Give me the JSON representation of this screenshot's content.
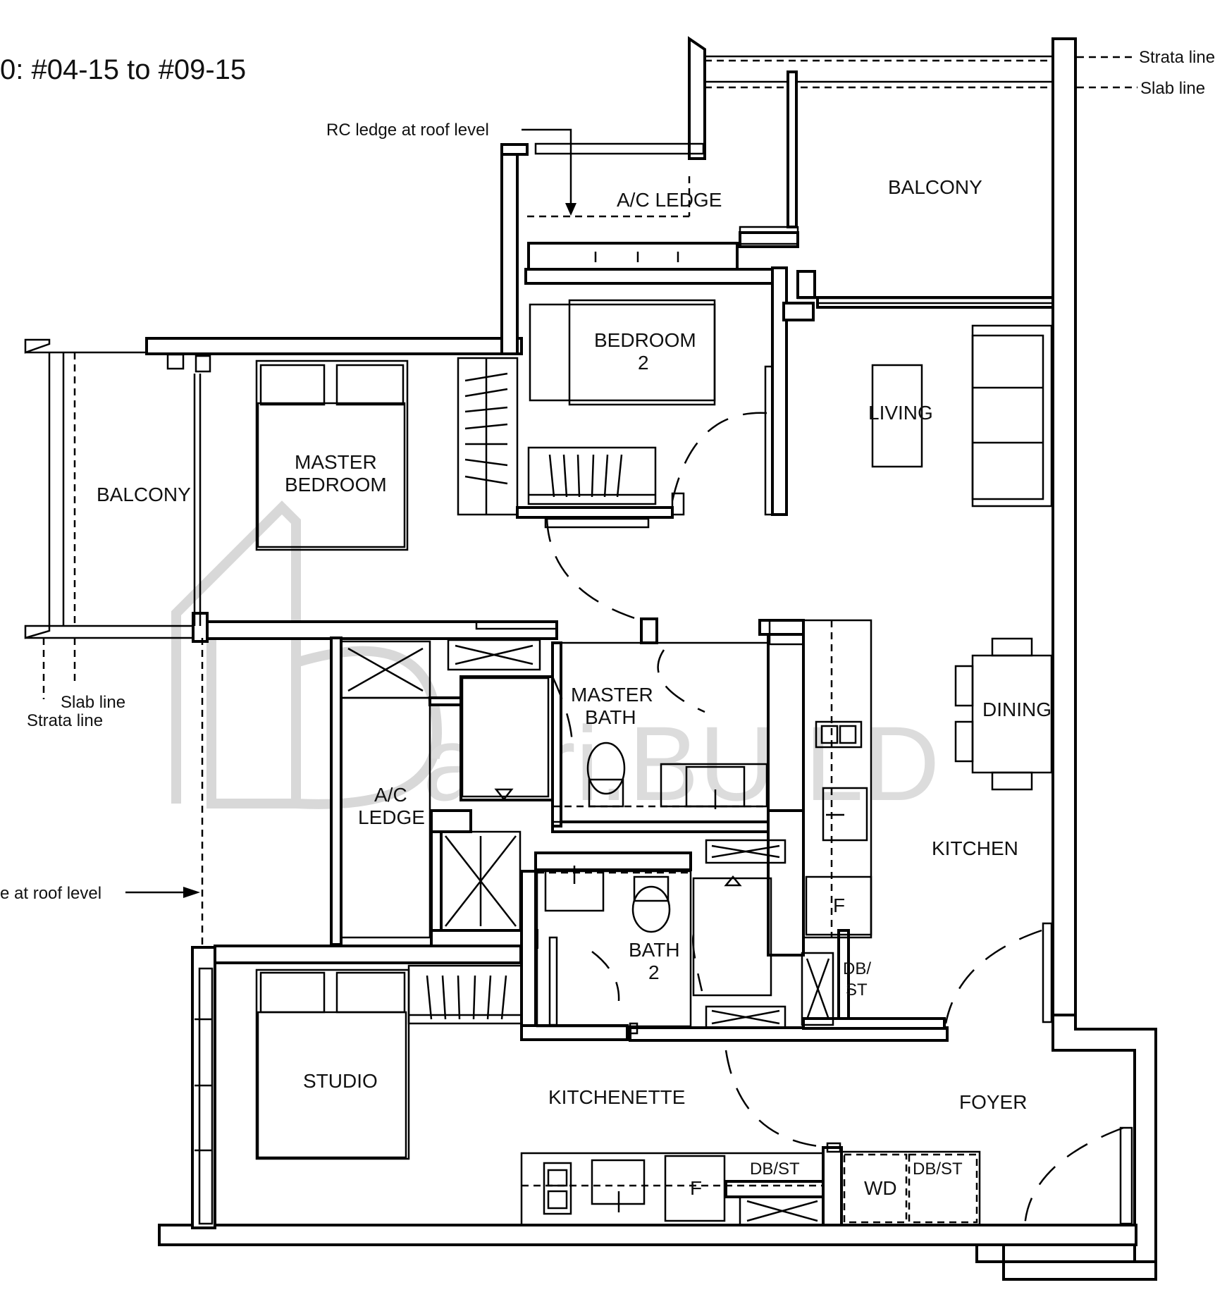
{
  "title": "0: #04-15 to #09-15",
  "watermark": "attri.BUILD",
  "rooms": {
    "balcony_top": "BALCONY",
    "balcony_left": "BALCONY",
    "ac_ledge_top": "A/C LEDGE",
    "bedroom2_line1": "BEDROOM",
    "bedroom2_line2": "2",
    "living": "LIVING",
    "master_bedroom_line1": "MASTER",
    "master_bedroom_line2": "BEDROOM",
    "master_bath_line1": "MASTER",
    "master_bath_line2": "BATH",
    "dining": "DINING",
    "ac_ledge_mid_line1": "A/C",
    "ac_ledge_mid_line2": "LEDGE",
    "kitchen": "KITCHEN",
    "fridge_kitchen": "F",
    "db_st_kitchen_line1": "DB/",
    "db_st_kitchen_line2": "ST",
    "bath2_line1": "BATH",
    "bath2_line2": "2",
    "studio": "STUDIO",
    "kitchenette": "KITCHENETTE",
    "foyer": "FOYER",
    "fridge_kitchenette": "F",
    "db_st_bottom": "DB/ST",
    "wd": "WD",
    "db_st_bottom_right": "DB/ST"
  },
  "notes": {
    "strata_line_top": "Strata line",
    "slab_line_top": "Slab line",
    "rc_ledge_top": "RC ledge at roof level",
    "slab_line_left": "Slab line",
    "strata_line_left": "Strata line",
    "rc_ledge_left": "e at roof level"
  }
}
